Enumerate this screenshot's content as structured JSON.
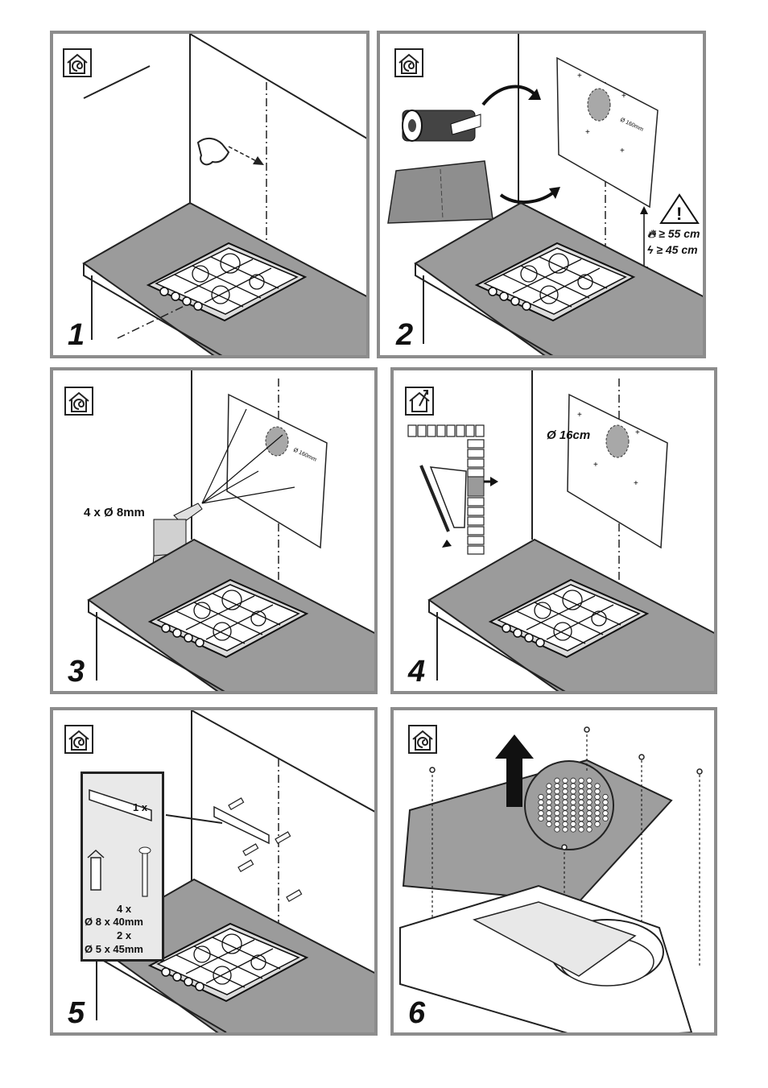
{
  "panels": [
    {
      "id": 1,
      "step": "1",
      "icons": [
        "exhaust-mode-icon",
        "recirculation-mode-icon"
      ]
    },
    {
      "id": 2,
      "step": "2",
      "icons": [
        "exhaust-mode-icon",
        "recirculation-mode-icon"
      ],
      "gas_distance": "≥ 55 cm",
      "electric_distance": "≥ 45 cm",
      "warning_icon": "warning-triangle-icon",
      "template_diameter": "Ø 160mm"
    },
    {
      "id": 3,
      "step": "3",
      "icons": [
        "exhaust-mode-icon",
        "recirculation-mode-icon"
      ],
      "drill_label": "4 x Ø 8mm",
      "template_diameter": "Ø 160mm"
    },
    {
      "id": 4,
      "step": "4",
      "icons": [
        "exhaust-mode-icon"
      ],
      "hole_label": "Ø 16cm"
    },
    {
      "id": 5,
      "step": "5",
      "icons": [
        "exhaust-mode-icon",
        "recirculation-mode-icon"
      ],
      "bracket_qty": "1 x",
      "plug_qty": "4 x",
      "plug_size": "Ø 8 x 40mm",
      "screw_qty": "2 x",
      "screw_size": "Ø 5 x 45mm"
    },
    {
      "id": 6,
      "step": "6",
      "icons": [
        "exhaust-mode-icon",
        "recirculation-mode-icon"
      ]
    }
  ]
}
